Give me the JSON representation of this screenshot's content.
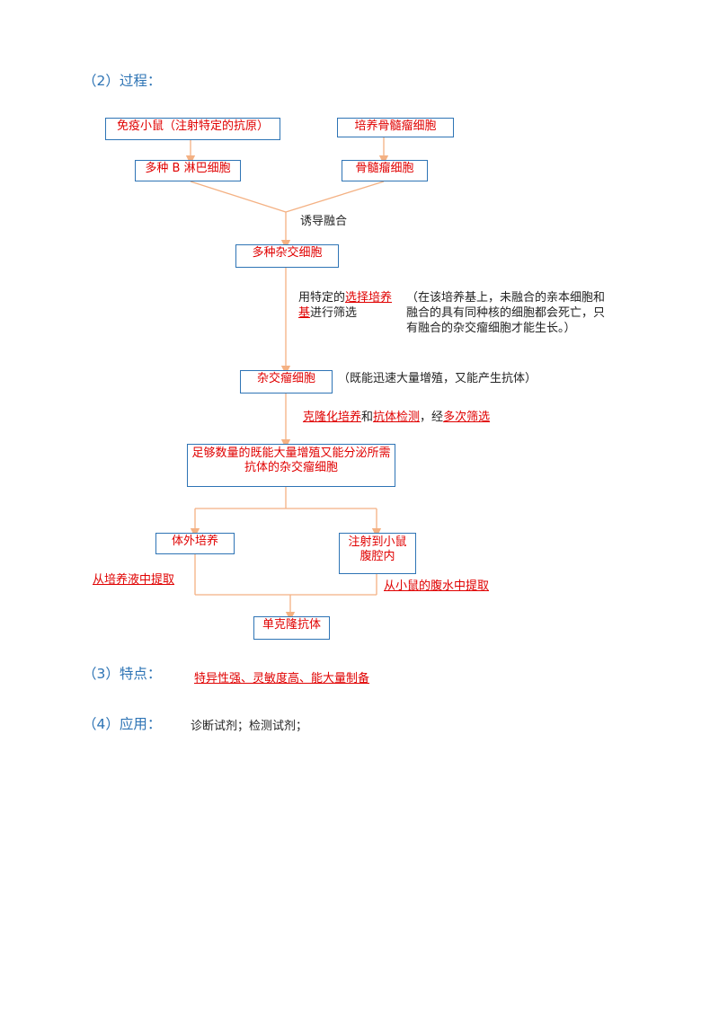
{
  "headings": {
    "process": "（2）过程：",
    "features": "（3）特点：",
    "applications": "（4）应用："
  },
  "boxes": {
    "immunized_mouse": "免疫小鼠（注射特定的抗原）",
    "cultured_myeloma": "培养骨髓瘤细胞",
    "b_lymphocytes": "多种 B 淋巴细胞",
    "myeloma": "骨髓瘤细胞",
    "hybrid_cells": "多种杂交细胞",
    "hybridoma": "杂交瘤细胞",
    "sufficient_hybridoma": "足够数量的既能大量增殖又能分泌所需抗体的杂交瘤细胞",
    "in_vitro": "体外培养",
    "in_mouse": "注射到小鼠腹腔内",
    "monoclonal": "单克隆抗体"
  },
  "labels": {
    "induce_fusion": "诱导融合",
    "select_prefix": "用特定的",
    "select_medium": "选择培养基",
    "select_suffix": "进行筛选",
    "select_note": "（在该培养基上，未融合的亲本细胞和融合的具有同种核的细胞都会死亡，只有融合的杂交瘤细胞才能生长。）",
    "hybridoma_note": "（既能迅速大量增殖，又能产生抗体）",
    "clone_culture": "克隆化培养",
    "and": "和",
    "antibody_test": "抗体检测",
    "after": "，经",
    "multi_screen": "多次筛选",
    "from_culture": "从培养液中提取",
    "from_ascites": "从小鼠的腹水中提取"
  },
  "features_text": "特异性强、灵敏度高、能大量制备",
  "applications_text": "诊断试剂；检测试剂；",
  "colors": {
    "heading": "#2e74b5",
    "box_border": "#2e74b5",
    "answer": "#e00000",
    "arrow": "#f4b183"
  }
}
